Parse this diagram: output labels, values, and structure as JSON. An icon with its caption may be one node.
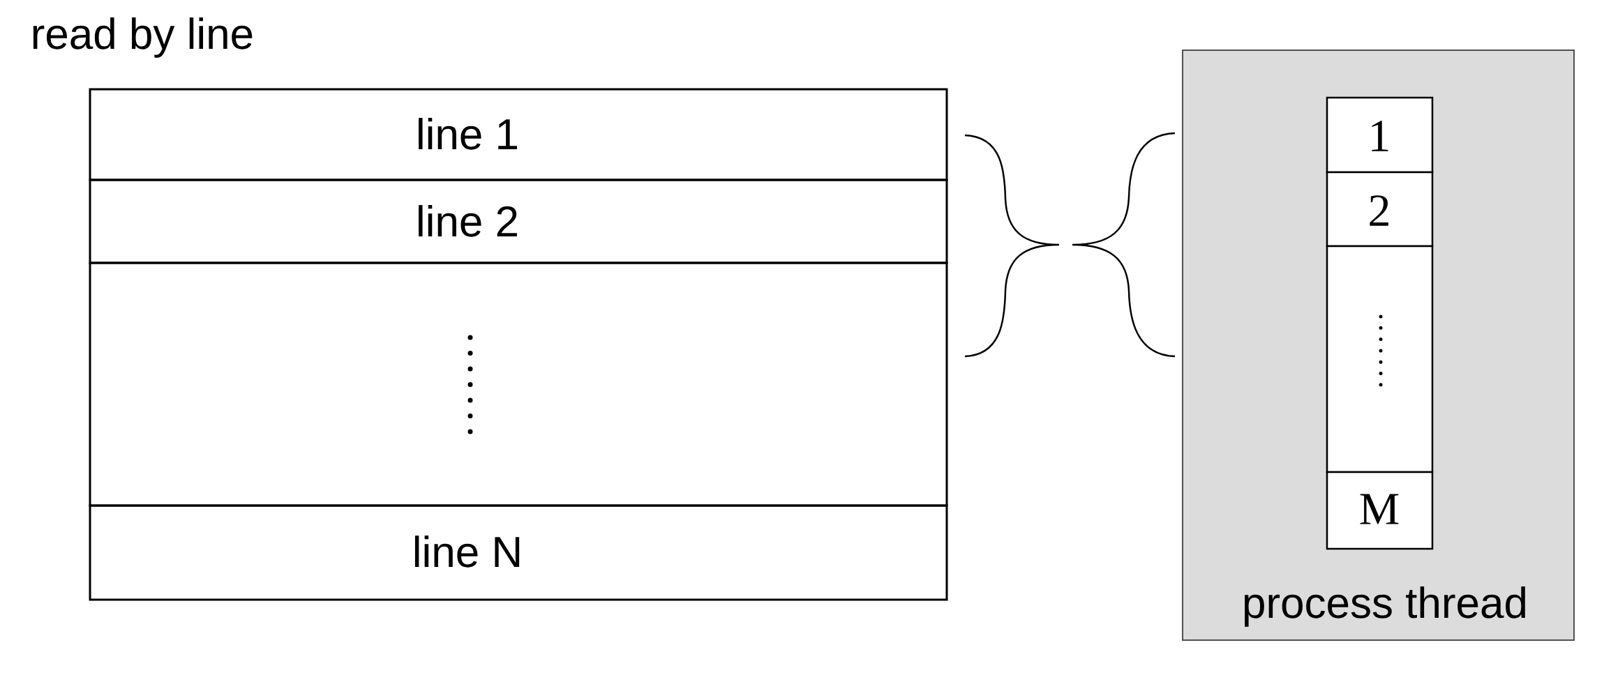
{
  "diagram": {
    "nodes": [
      {
        "text": [
          "read by line"
        ]
      },
      {
        "text": [
          "line 1"
        ],
        "in": 0
      },
      {
        "text": [
          "line 2"
        ],
        "in": 0
      },
      {
        "text": [],
        "shape": "box",
        "in": 0
      },
      {
        "text": [
          "line N"
        ],
        "in": 0
      },
      {
        "text": [
          "process thread"
        ]
      },
      {
        "text": [
          "1"
        ],
        "in": 5
      },
      {
        "text": [
          "2"
        ],
        "in": 5
      },
      {
        "text": [],
        "shape": "box",
        "in": 5
      },
      {
        "text": [
          "M"
        ],
        "in": 5
      }
    ]
  }
}
